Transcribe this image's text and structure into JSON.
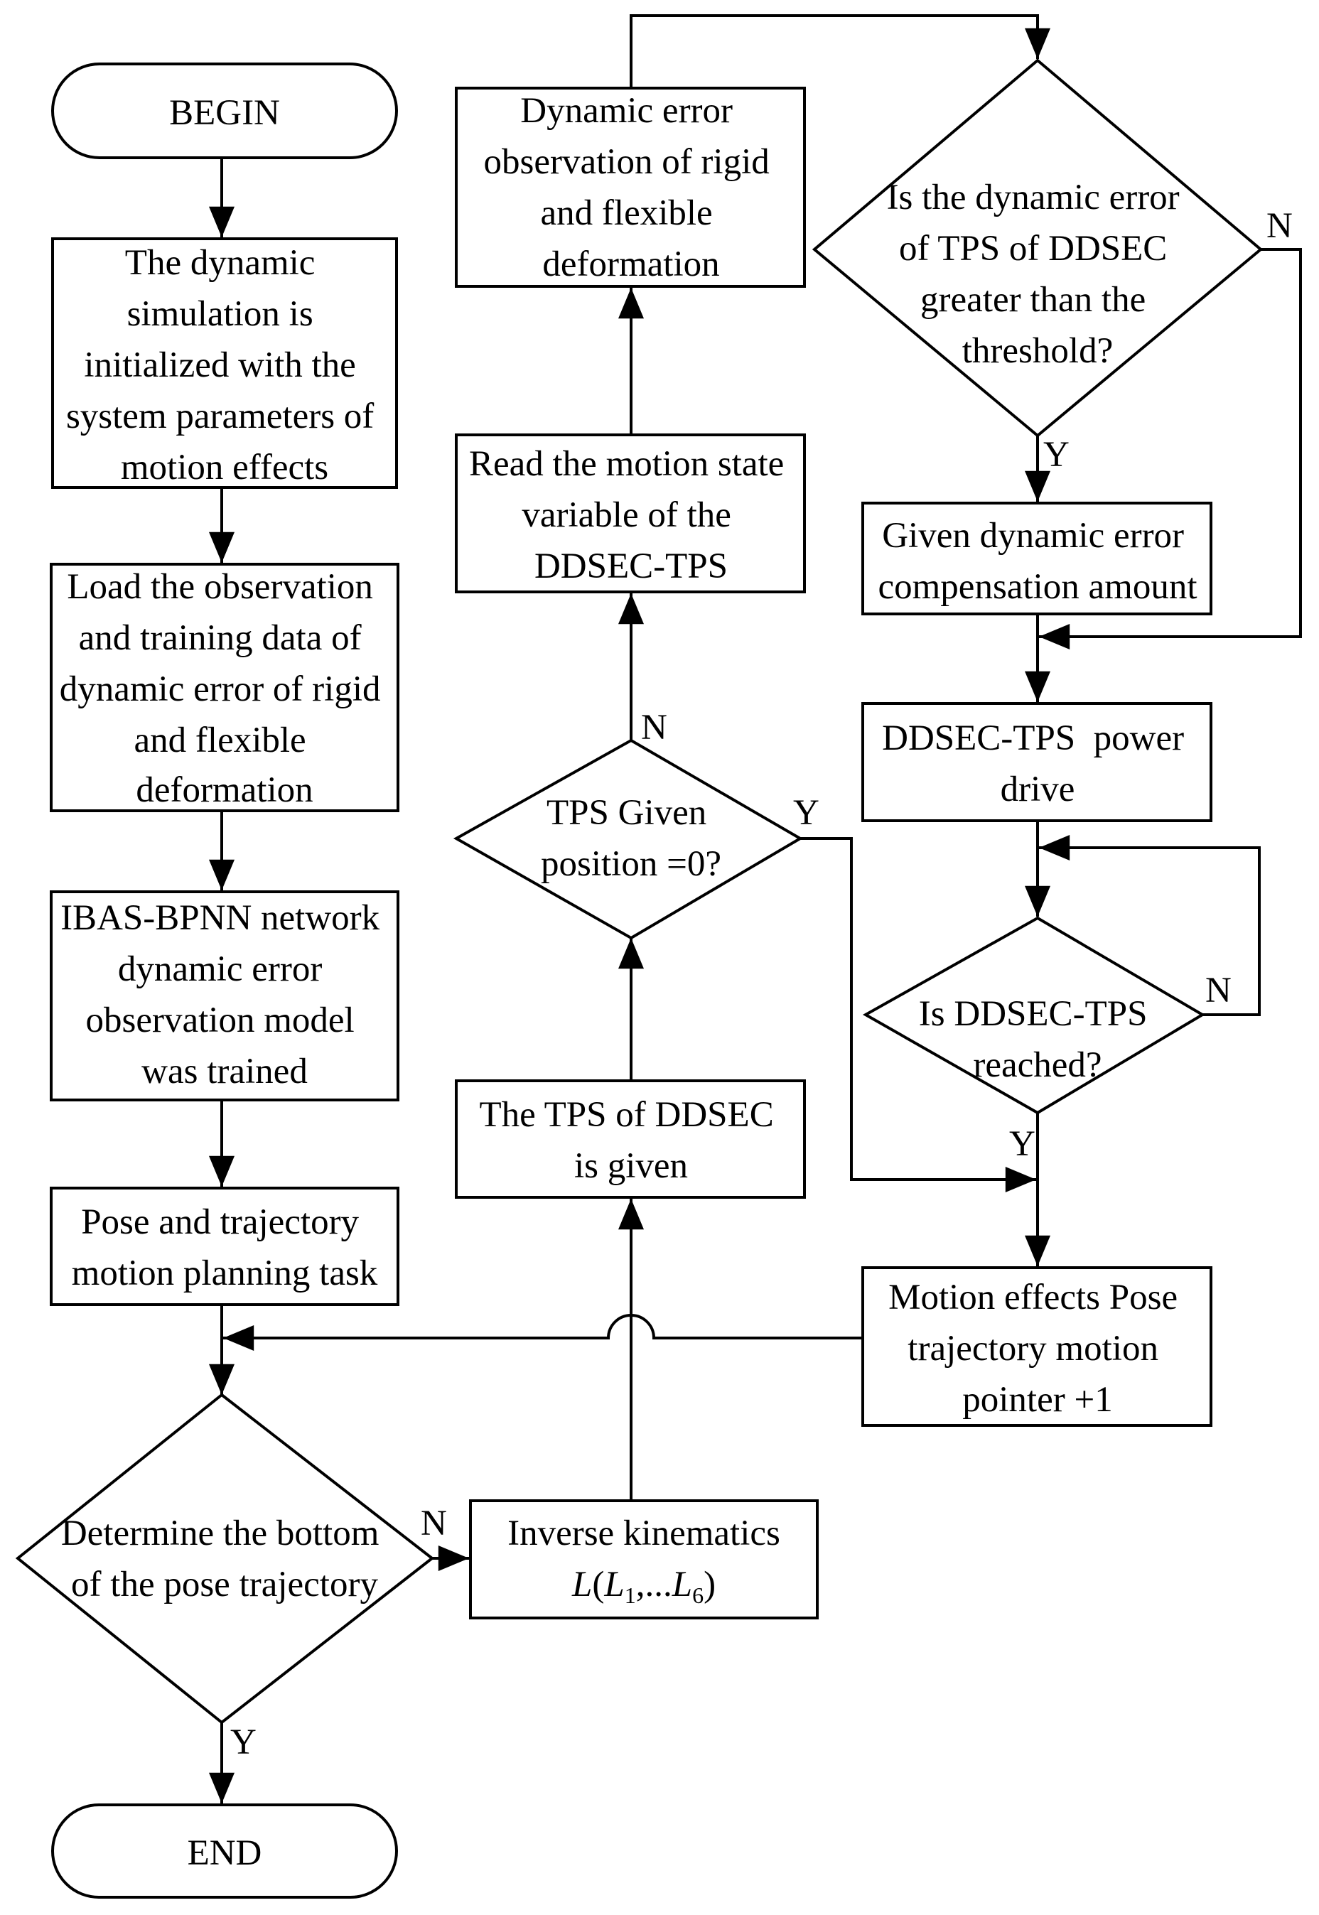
{
  "nodes": {
    "begin": "BEGIN",
    "init": [
      "The dynamic",
      "simulation is",
      "initialized with the",
      "system parameters of",
      "motion effects"
    ],
    "load": [
      "Load the observation",
      "and training data of",
      "dynamic error of rigid",
      "and flexible",
      "deformation"
    ],
    "train": [
      "IBAS-BPNN network",
      "dynamic error",
      "observation model",
      "was trained"
    ],
    "pose_task": [
      "Pose and trajectory",
      "motion planning task"
    ],
    "determine": [
      "Determine the bottom",
      "of the pose trajectory"
    ],
    "end": "END",
    "inverse": {
      "line1": "Inverse kinematics",
      "func": "L",
      "var": "L",
      "sub1": "1",
      "sep": ",...",
      "sub6": "6"
    },
    "tps_given": [
      "The TPS of DDSEC",
      "is given"
    ],
    "tps_zero": [
      "TPS Given",
      "position =0?"
    ],
    "read_state": [
      "Read the motion state",
      "variable of the",
      "DDSEC-TPS"
    ],
    "observe": [
      "Dynamic error",
      "observation of rigid",
      "and flexible",
      "deformation"
    ],
    "threshold": [
      "Is the dynamic error",
      "of TPS of DDSEC",
      "greater than the",
      "threshold?"
    ],
    "compensation": [
      "Given dynamic error",
      "compensation amount"
    ],
    "power": [
      "DDSEC-TPS  power",
      "drive"
    ],
    "reached": [
      "Is DDSEC-TPS",
      "reached?"
    ],
    "pointer": [
      "Motion effects Pose",
      "trajectory motion",
      "pointer +1"
    ]
  },
  "labels": {
    "determine_no": "N",
    "determine_yes": "Y",
    "tps_zero_no": "N",
    "tps_zero_yes": "Y",
    "threshold_no": "N",
    "threshold_yes": "Y",
    "reached_no": "N",
    "reached_yes": "Y"
  }
}
